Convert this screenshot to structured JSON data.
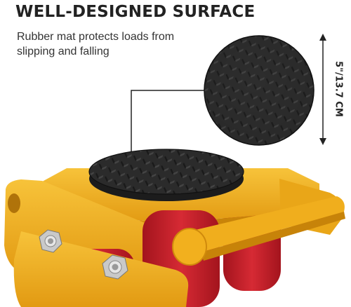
{
  "headline": "WELL-DESIGNED SURFACE",
  "subtitle": "Rubber mat protects loads from slipping and falling",
  "dimension": "5\"/13.7 CM",
  "colors": {
    "frame_yellow": "#F2B01E",
    "roller_red": "#C8202A",
    "rubber_black": "#2B2B2B",
    "text": "#222222"
  }
}
